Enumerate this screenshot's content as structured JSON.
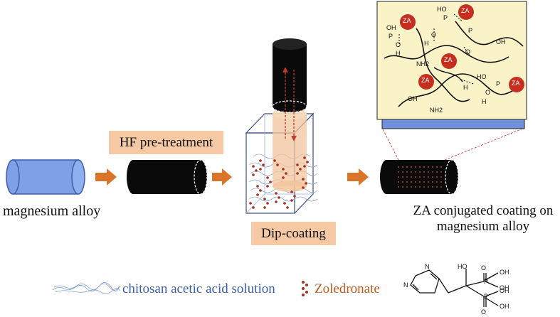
{
  "labels": {
    "start": "magnesium alloy",
    "pretreatment": "HF pre-treatment",
    "dip": "Dip-coating",
    "result_line1": "ZA conjugated coating on",
    "result_line2": "magnesium alloy"
  },
  "legend": {
    "chitosan": "chitosan acetic acid solution",
    "zoledronate": "Zoledronate"
  },
  "inset": {
    "za": "ZA",
    "nh2": "NH2",
    "oh": "OH",
    "p": "P",
    "o": "O",
    "h": "H",
    "ho": "HO"
  },
  "colors": {
    "alloy_blue": "#7f9fe6",
    "label_bg": "#f4c9a3",
    "inset_bg": "#fbf3c8",
    "za_red": "#c62f1f",
    "arrow": "#d9742b",
    "legend_blue": "#3b5fa8",
    "legend_orange": "#c0581f"
  }
}
